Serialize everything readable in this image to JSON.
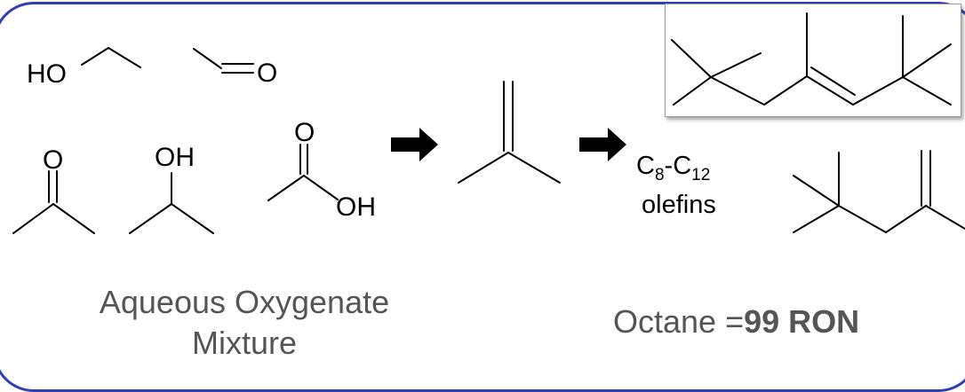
{
  "atoms": {
    "ethanol_oh": "HO",
    "acetaldehyde_o": "O",
    "acetone_o": "O",
    "isopropanol_oh": "OH",
    "acetic_o": "O",
    "acetic_oh": "OH"
  },
  "olefins": {
    "c8": "C",
    "c8_sub": "8",
    "dash": "-C",
    "c12_sub": "12",
    "word": "olefins"
  },
  "captions": {
    "mixture_line1": "Aqueous Oxygenate",
    "mixture_line2": "Mixture",
    "octane_prefix": "Octane =",
    "octane_value": "99 RON"
  }
}
